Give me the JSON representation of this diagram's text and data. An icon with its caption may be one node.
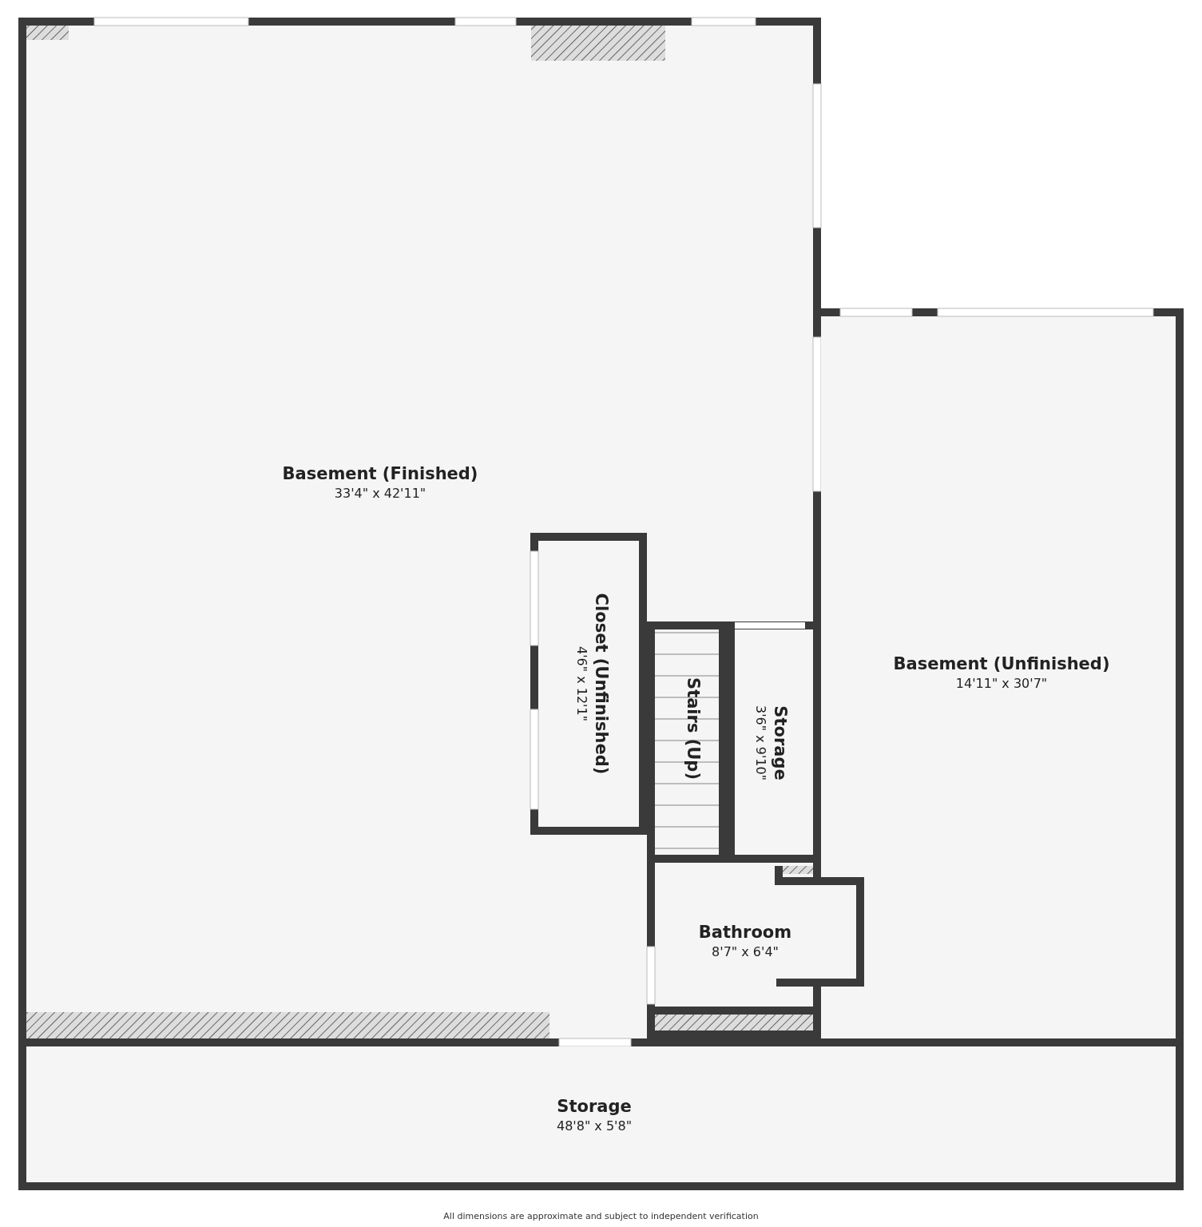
{
  "diagram": {
    "caption": "All dimensions are approximate and subject to independent verification",
    "nodes": [
      {
        "text": [
          "Basement (Finished)",
          "33'4\" x 42'11\""
        ]
      },
      {
        "text": [
          "Closet (Unfinished)",
          "4'6\" x 12'1\""
        ],
        "in": 0
      },
      {
        "text": [
          "Stairs (Up)"
        ],
        "in": 0
      },
      {
        "text": [
          "Storage",
          "3'6\" x 9'10\""
        ],
        "in": 0
      },
      {
        "text": [
          "Bathroom",
          "8'7\" x 6'4\""
        ],
        "in": 0
      },
      {
        "text": [
          "Basement (Unfinished)",
          "14'11\" x 30'7\""
        ]
      },
      {
        "text": [
          "Storage",
          "48'8\" x 5'8\""
        ]
      }
    ],
    "edges": []
  }
}
